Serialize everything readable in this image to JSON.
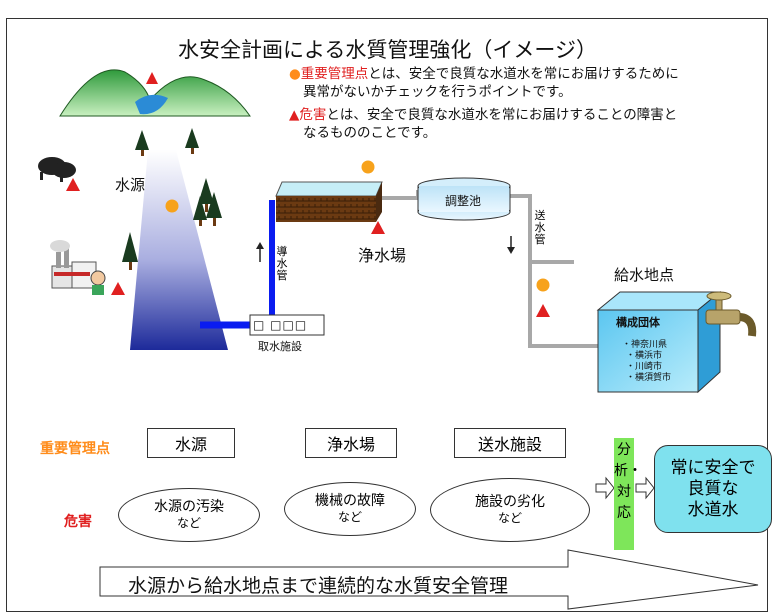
{
  "title": "水安全計画による水質管理強化（イメージ）",
  "legend": {
    "ccp_marker": "●",
    "ccp_term": "重要管理点",
    "ccp_text": "とは、安全で良質な水道水を常にお届けするために",
    "ccp_text2": "異常がないかチェックを行うポイントです。",
    "hazard_marker": "▲",
    "hazard_term": "危害",
    "hazard_text": "とは、安全で良質な水道水を常にお届けすることの障害と",
    "hazard_text2": "なるもののことです。"
  },
  "labels": {
    "water_source": "水源",
    "purification_plant": "浄水場",
    "distribution_reservoir": "調整池",
    "conveyance_pipe": "導水管",
    "transmission_pipe": "送水管",
    "intake_facility": "取水施設",
    "intake_windows": "□ □□□",
    "supply_point": "給水地点",
    "member_group": "構成団体",
    "members": [
      "・神奈川県",
      "・横浜市",
      "・川崎市",
      "・横須賀市"
    ]
  },
  "bottom": {
    "ccp_row_label": "重要管理点",
    "hazard_row_label": "危害",
    "ccp_items": [
      "水源",
      "浄水場",
      "送水施設"
    ],
    "hazard_items": [
      {
        "main": "水源の汚染",
        "sub": "など"
      },
      {
        "main": "機械の故障",
        "sub": "など"
      },
      {
        "main": "施設の劣化",
        "sub": "など"
      }
    ],
    "analysis": "分析・対応",
    "result": [
      "常に安全で",
      "良質な",
      "水道水"
    ],
    "banner": "水源から給水地点まで連続的な水質安全管理"
  },
  "colors": {
    "hazard": "#e02020",
    "ccp": "#f7a21b",
    "pipe_blue": "#0a1cf0",
    "pipe_gray": "#a8a8a8",
    "analysis_bg": "#7ee65a",
    "result_bg": "#7fe1ee"
  }
}
